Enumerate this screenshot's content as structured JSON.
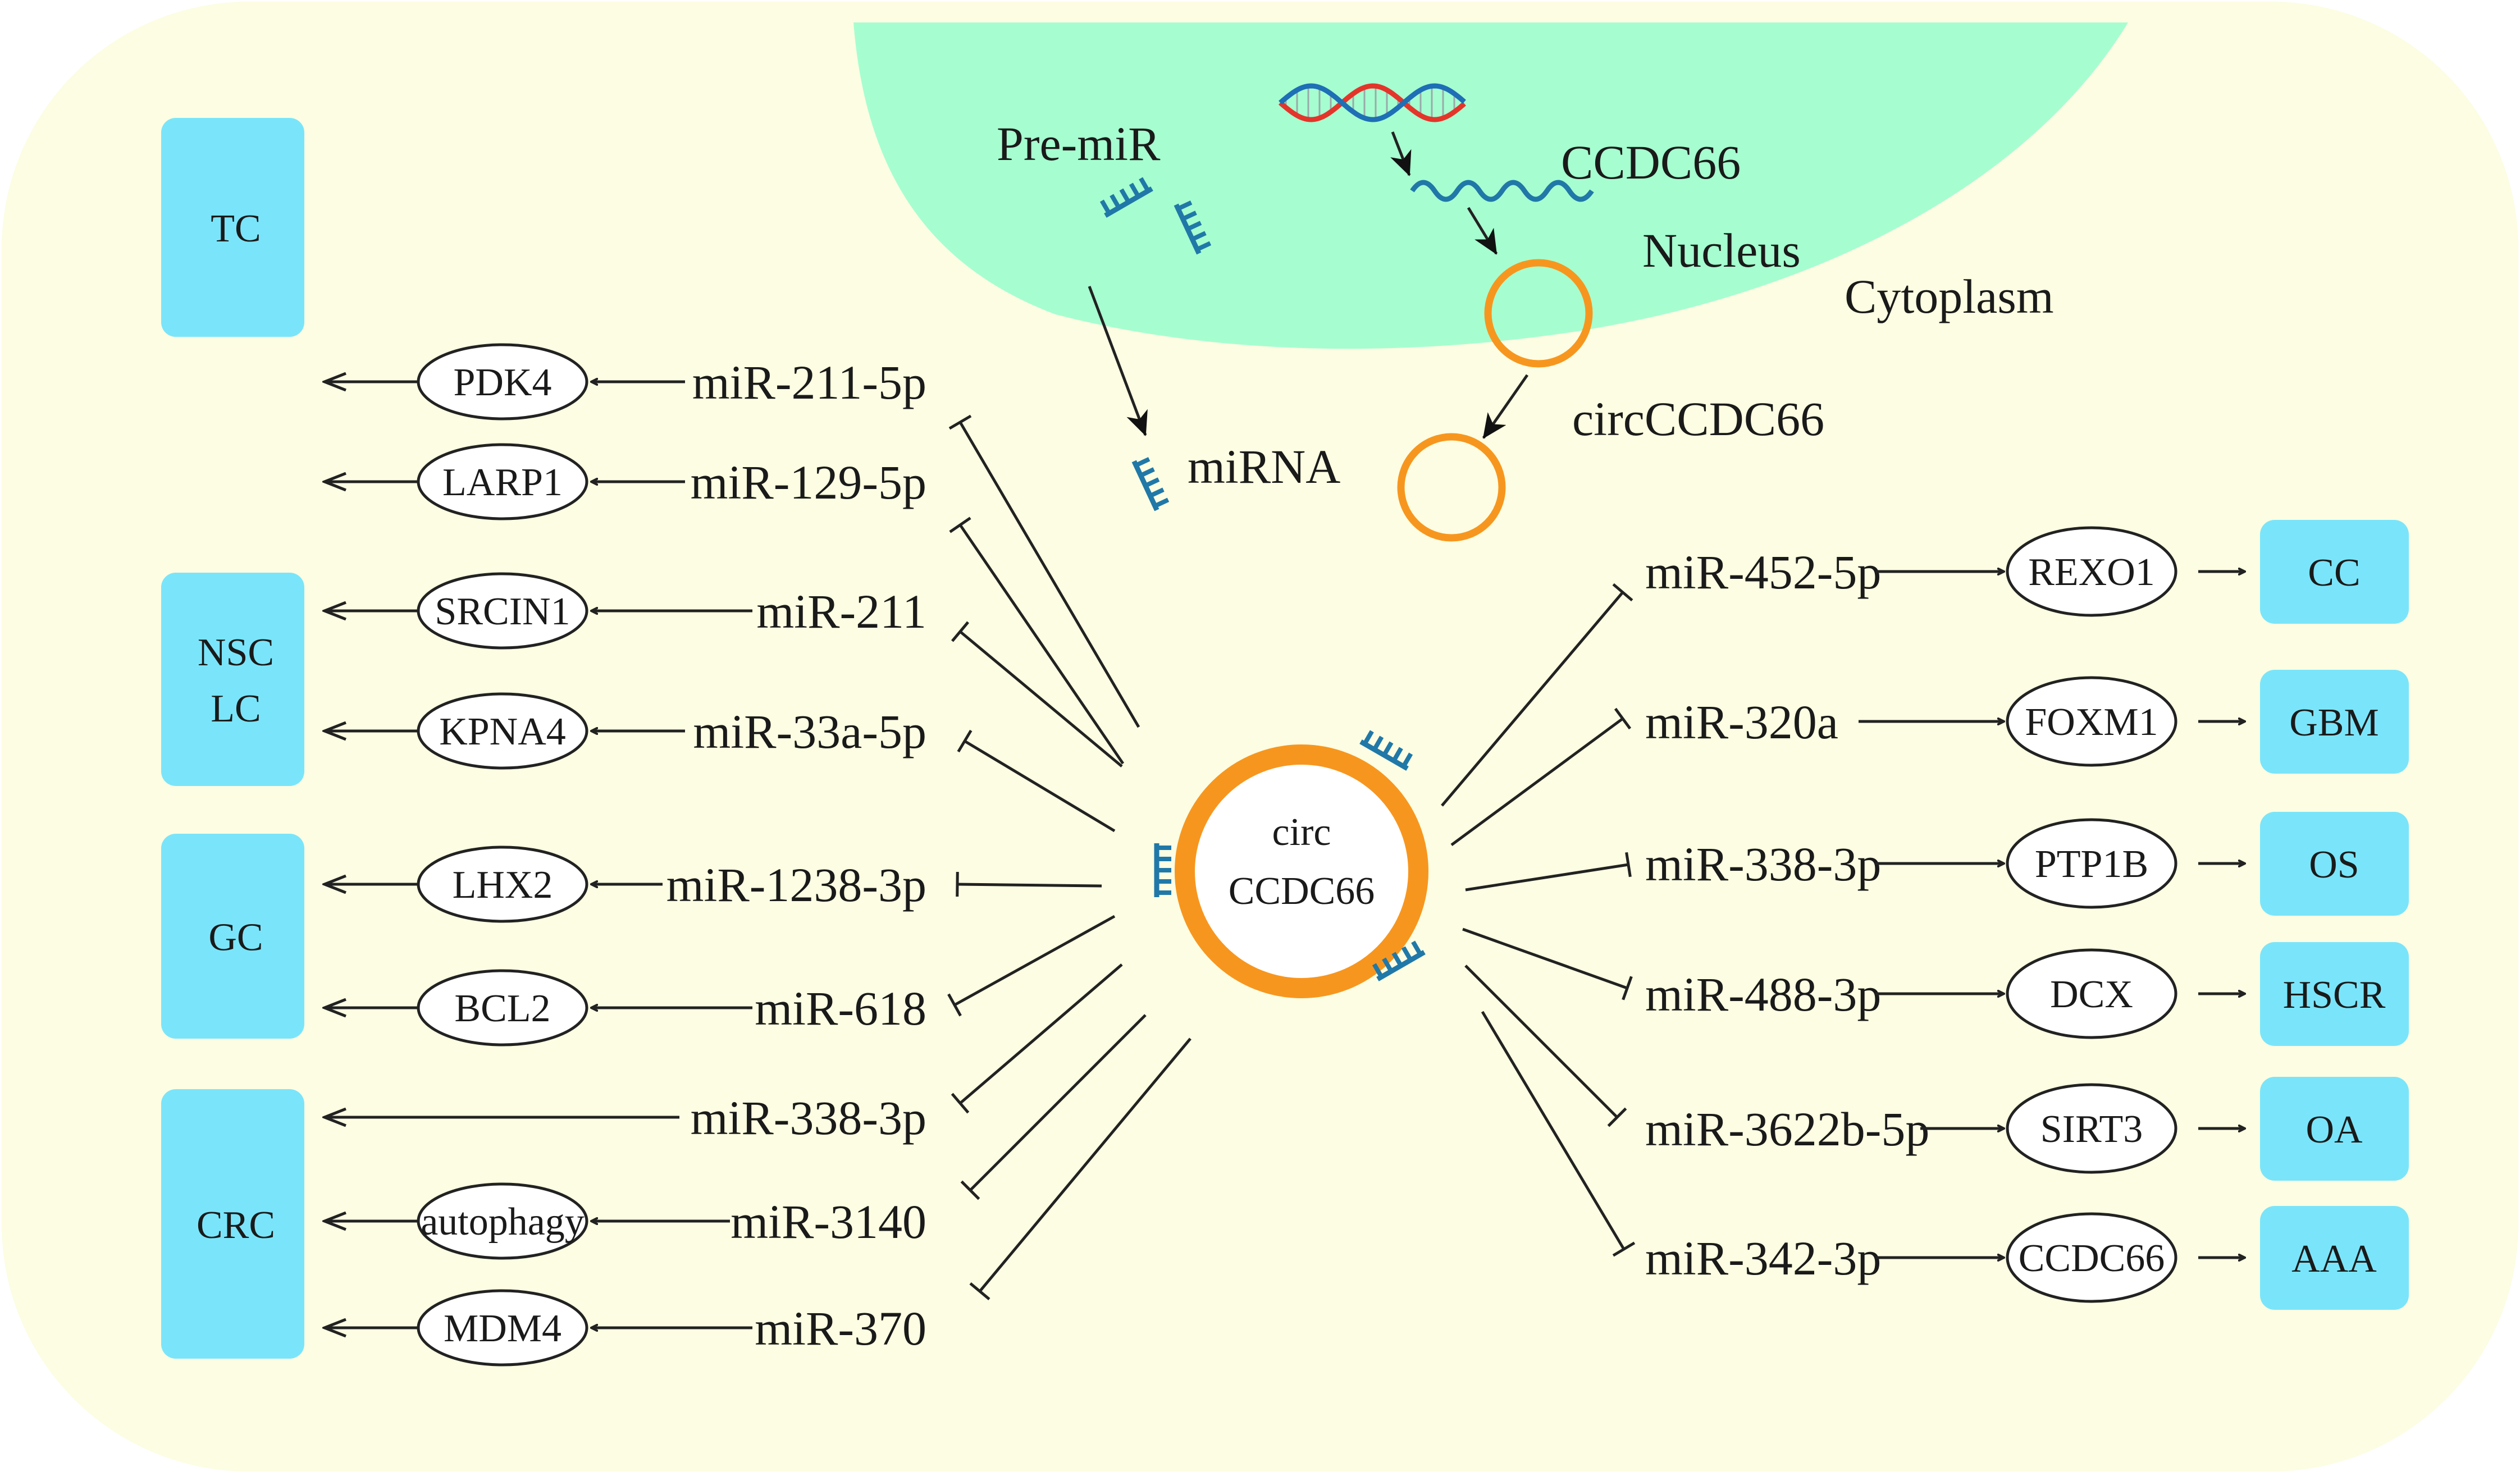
{
  "colors": {
    "cytoplasm": "#FCFDE2",
    "nucleus": "#A6FED0",
    "disease_box": "#7AE5FA",
    "circ_ring": "#F7961E",
    "mirna_teal": "#2078A8",
    "dna_red": "#E4352A",
    "dna_blue": "#1E6FB5",
    "ink": "#222222"
  },
  "labels": {
    "pre_mir": "Pre-miR",
    "ccdc66_gene": "CCDC66",
    "nucleus": "Nucleus",
    "cytoplasm": "Cytoplasm",
    "circ_ccdc66": "circCCDC66",
    "mirna": "miRNA",
    "center_line1": "circ",
    "center_line2": "CCDC66"
  },
  "left_groups": [
    {
      "disease": [
        "TC"
      ],
      "rows": [
        {
          "mirna": "miR-211-5p",
          "target": "PDK4"
        },
        {
          "mirna": "miR-129-5p",
          "target": "LARP1"
        }
      ]
    },
    {
      "disease": [
        "NSC",
        "LC"
      ],
      "rows": [
        {
          "mirna": "miR-211",
          "target": "SRCIN1"
        },
        {
          "mirna": "miR-33a-5p",
          "target": "KPNA4"
        }
      ]
    },
    {
      "disease": [
        "GC"
      ],
      "rows": [
        {
          "mirna": "miR-1238-3p",
          "target": "LHX2"
        },
        {
          "mirna": "miR-618",
          "target": "BCL2"
        }
      ]
    },
    {
      "disease": [
        "CRC"
      ],
      "rows": [
        {
          "mirna": "miR-338-3p",
          "target": ""
        },
        {
          "mirna": "miR-3140",
          "target": "autophagy"
        },
        {
          "mirna": "miR-370",
          "target": "MDM4"
        }
      ]
    }
  ],
  "right_rows": [
    {
      "mirna": "miR-452-5p",
      "target": "REXO1",
      "disease": "CC"
    },
    {
      "mirna": "miR-320a",
      "target": "FOXM1",
      "disease": "GBM"
    },
    {
      "mirna": "miR-338-3p",
      "target": "PTP1B",
      "disease": "OS"
    },
    {
      "mirna": "miR-488-3p",
      "target": "DCX",
      "disease": "HSCR"
    },
    {
      "mirna": "miR-3622b-5p",
      "target": "SIRT3",
      "disease": "OA"
    },
    {
      "mirna": "miR-342-3p",
      "target": "CCDC66",
      "disease": "AAA"
    }
  ]
}
